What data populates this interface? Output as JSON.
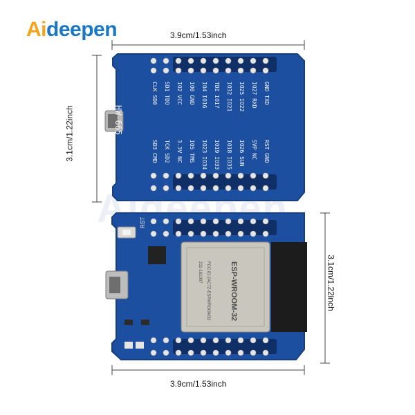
{
  "brand": {
    "logo_part1": "Ai",
    "logo_part2": "deepen",
    "watermark": "Aideepen"
  },
  "dimensions": {
    "top_width": "3.9cm/1.53inch",
    "left_height": "3.1cm/1.22inch",
    "right_height": "3.1cm/1.22inch",
    "bottom_width": "3.9cm/1.53inch"
  },
  "top_board": {
    "model": "HW-665",
    "pin_labels_left_col": [
      "CLK",
      "SD0",
      "SD1",
      "TDO",
      "IO2",
      "VCC",
      "IO0",
      "GND",
      "IO4",
      "IO16",
      "TDI",
      "IO17",
      "IO32",
      "IO21",
      "IO25",
      "IO22",
      "IO27",
      "RXD",
      "GND",
      "TXD"
    ],
    "pin_labels_right_col": [
      "SD3",
      "CMD",
      "TCK",
      "SD2",
      "3.3V",
      "NC",
      "IO5",
      "TMS",
      "IO23",
      "IO34",
      "IO19",
      "IO33",
      "IO18",
      "IO35",
      "IO26",
      "SUN",
      "SVP",
      "NC",
      "RST",
      "GND"
    ]
  },
  "bottom_board": {
    "module_name": "ESP-WROOM-32",
    "module_fcc": "FCC ID:2AC7Z-ESPWROOM32",
    "module_code": "211-161007",
    "rst_label": "RST"
  },
  "colors": {
    "pcb": "#1d4fa0",
    "pcb_edge": "#163e82",
    "pad": "#e6e6e6",
    "module": "#c9c6bd",
    "antenna": "#1c1c1c"
  }
}
